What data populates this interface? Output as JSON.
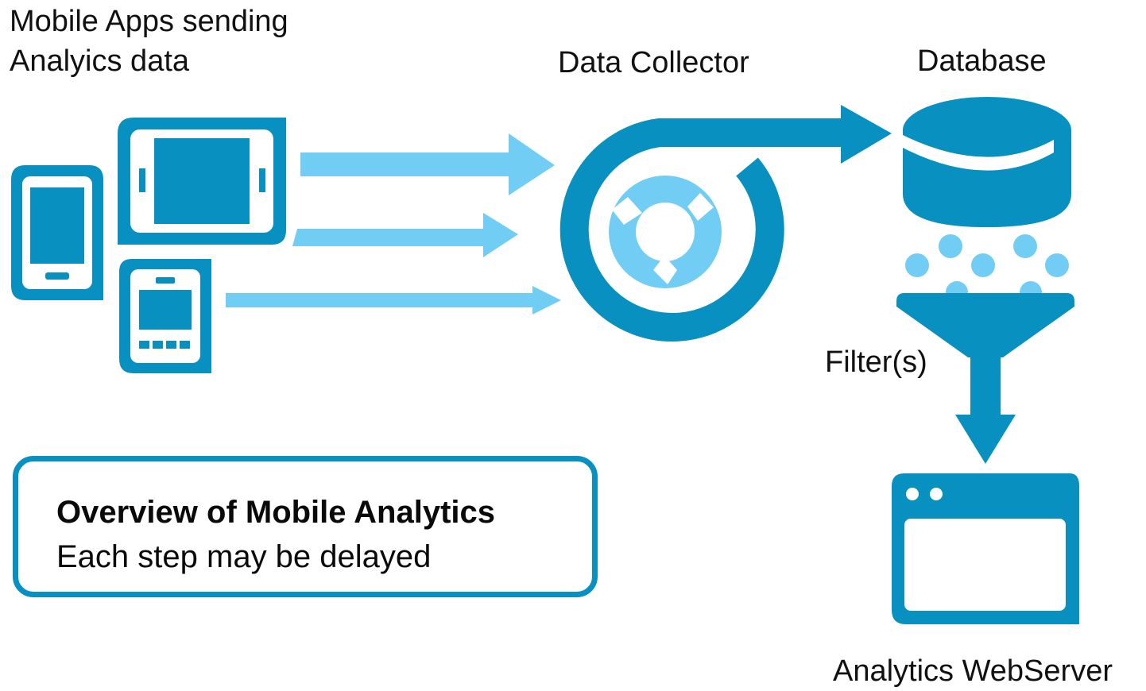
{
  "labels": {
    "mobile_apps_line1": "Mobile Apps sending",
    "mobile_apps_line2": "Analyics data",
    "data_collector": "Data Collector",
    "database": "Database",
    "filters": "Filter(s)",
    "web_server": "Analytics WebServer"
  },
  "overview": {
    "title": "Overview of Mobile Analytics",
    "subtitle": "Each step may be delayed"
  },
  "colors": {
    "primary_blue": "#0891c0",
    "light_blue": "#72cdf4",
    "text": "#111111",
    "background": "#ffffff"
  },
  "icons": [
    "phone-icon",
    "tablet-icon",
    "feature-phone-icon",
    "data-collector-icon",
    "database-icon",
    "data-dots-icon",
    "funnel-icon",
    "browser-window-icon"
  ]
}
